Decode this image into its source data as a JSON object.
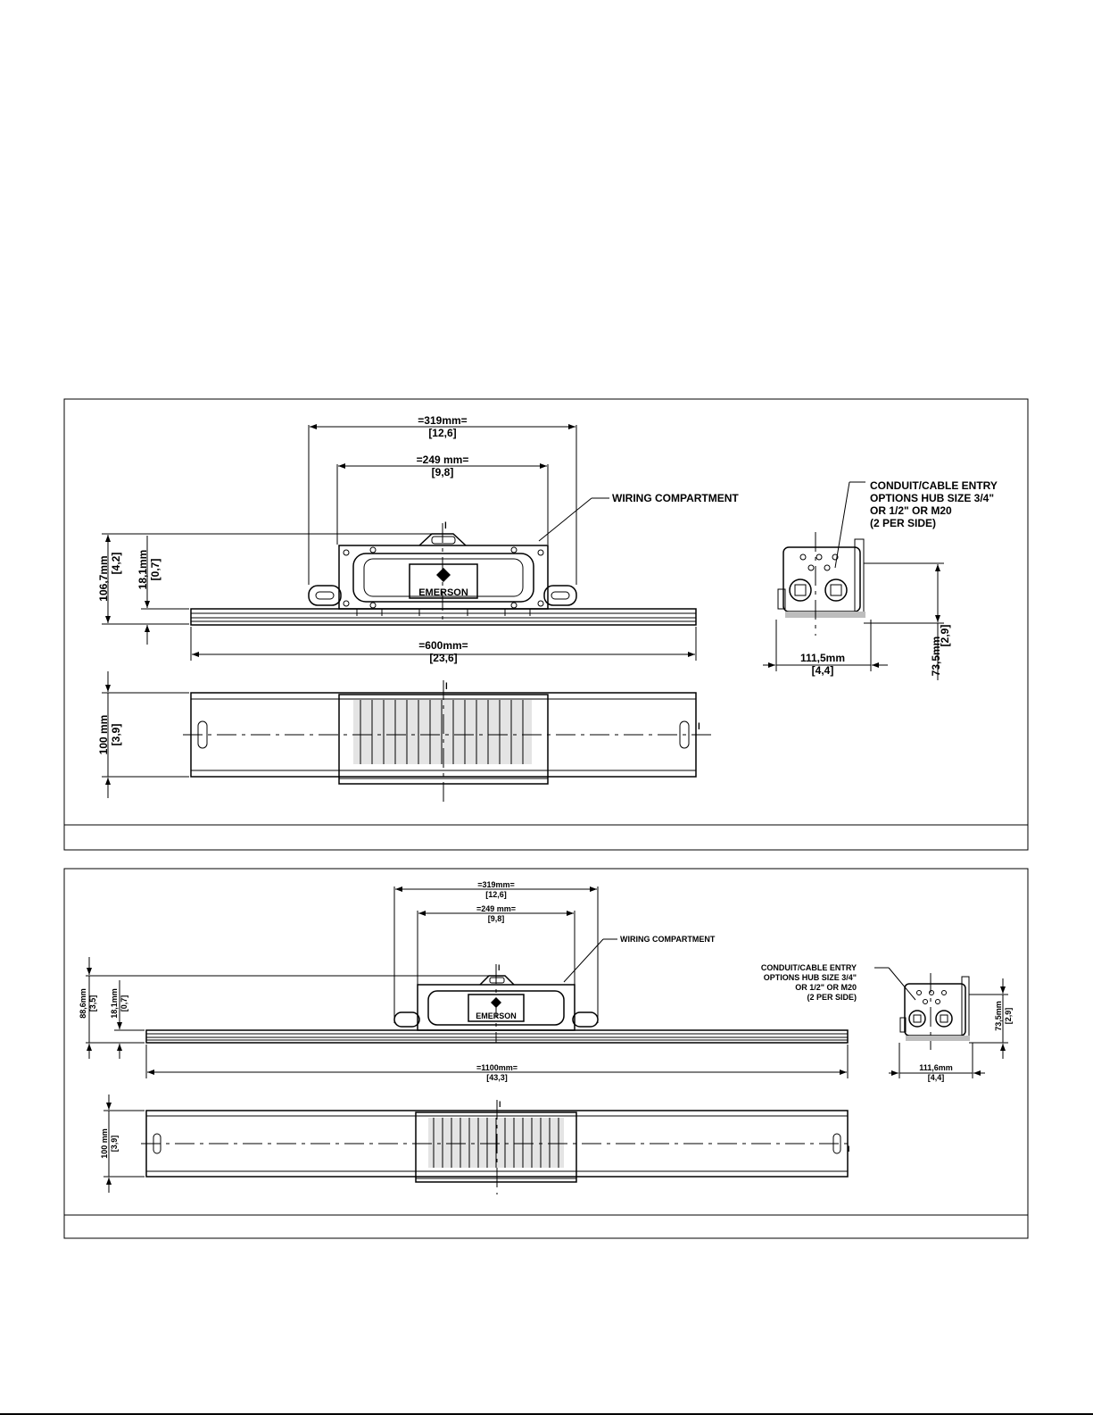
{
  "panel1": {
    "top_dim": {
      "mm": "=319mm=",
      "in": "[12,6]"
    },
    "inner_dim": {
      "mm": "=249  mm=",
      "in": "[9,8]"
    },
    "wiring_label": "WIRING COMPARTMENT",
    "conduit_note": [
      "CONDUIT/CABLE ENTRY",
      "OPTIONS HUB SIZE 3/4\"",
      "OR 1/2\" OR M20",
      "(2 PER SIDE)"
    ],
    "height_dim": {
      "mm": "106,7mm",
      "in": "[4,2]"
    },
    "small_dim": {
      "mm": "18,1mm",
      "in": "[0,7]"
    },
    "length_dim": {
      "mm": "=600mm=",
      "in": "[23,6]"
    },
    "width_dim": {
      "mm": "100  mm",
      "in": "[3,9]"
    },
    "side_width_dim": {
      "mm": "111,5mm",
      "in": "[4,4]"
    },
    "side_height_dim": {
      "mm": "73,5mm",
      "in": "[2,9]"
    },
    "logo_text": "EMERSON",
    "centerline_mark": "l"
  },
  "panel2": {
    "top_dim": {
      "mm": "=319mm=",
      "in": "[12,6]"
    },
    "inner_dim": {
      "mm": "=249  mm=",
      "in": "[9,8]"
    },
    "wiring_label": "WIRING COMPARTMENT",
    "conduit_note": [
      "CONDUIT/CABLE ENTRY",
      "OPTIONS HUB SIZE 3/4\"",
      "OR 1/2\" OR M20",
      "(2 PER SIDE)"
    ],
    "height_dim": {
      "mm": "88,6mm",
      "in": "[3,5]"
    },
    "small_dim": {
      "mm": "18,1mm",
      "in": "[0,7]"
    },
    "length_dim": {
      "mm": "=1100mm=",
      "in": "[43,3]"
    },
    "width_dim": {
      "mm": "100 mm",
      "in": "[3,9]"
    },
    "side_width_dim": {
      "mm": "111,6mm",
      "in": "[4,4]"
    },
    "side_height_dim": {
      "mm": "73,5mm",
      "in": "[2,9]"
    },
    "logo_text": "EMERSON",
    "centerline_mark": "l"
  }
}
